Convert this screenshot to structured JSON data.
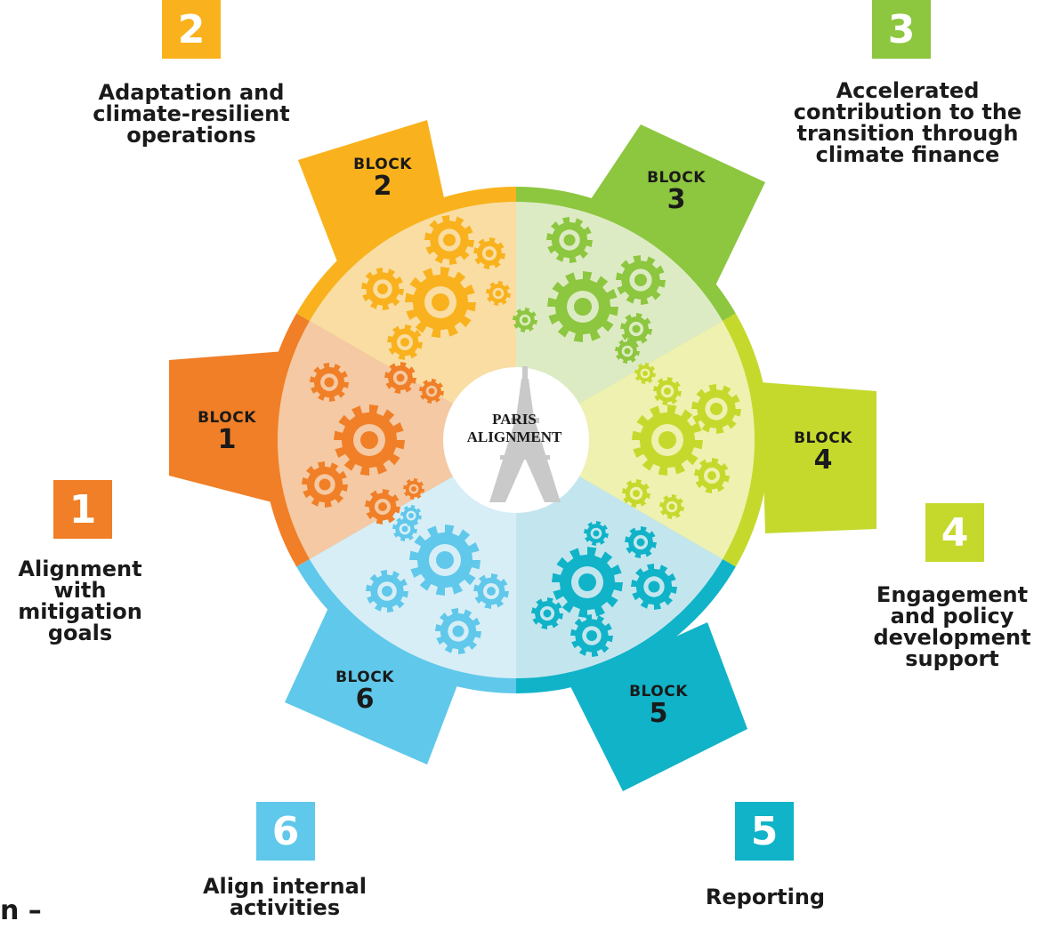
{
  "center": {
    "line1": "PARIS",
    "line2": "ALIGNMENT"
  },
  "block_word": "BLOCK",
  "blocks": [
    {
      "num": "1",
      "color": "#F07F27",
      "tint": "#F4C9A3",
      "title": "Alignment with mitigation goals"
    },
    {
      "num": "2",
      "color": "#F9B21D",
      "tint": "#F9DDA3",
      "title": "Adaptation and climate-resilient operations"
    },
    {
      "num": "3",
      "color": "#8DC63F",
      "tint": "#DDEBC4",
      "title": "Accelerated contribution to the transition through climate finance"
    },
    {
      "num": "4",
      "color": "#C5D92D",
      "tint": "#EFF1B0",
      "title": "Engagement and policy development support"
    },
    {
      "num": "5",
      "color": "#10B3C8",
      "tint": "#C3E6EE",
      "title": "Reporting"
    },
    {
      "num": "6",
      "color": "#60C8EA",
      "tint": "#D7EEF7",
      "title": "Align internal activities"
    }
  ],
  "titles": {
    "t1": [
      "Alignment",
      "with",
      "mitigation",
      "goals"
    ],
    "t2": [
      "Adaptation and",
      "climate-resilient",
      "operations"
    ],
    "t3": [
      "Accelerated",
      "contribution to the",
      "transition through",
      "climate finance"
    ],
    "t4": [
      "Engagement",
      "and policy",
      "development",
      "support"
    ],
    "t5": [
      "Reporting"
    ],
    "t6": [
      "Align internal",
      "activities"
    ]
  },
  "cutoff_text": "n –",
  "icons": [
    "gear-icon",
    "eiffel-tower-icon"
  ]
}
